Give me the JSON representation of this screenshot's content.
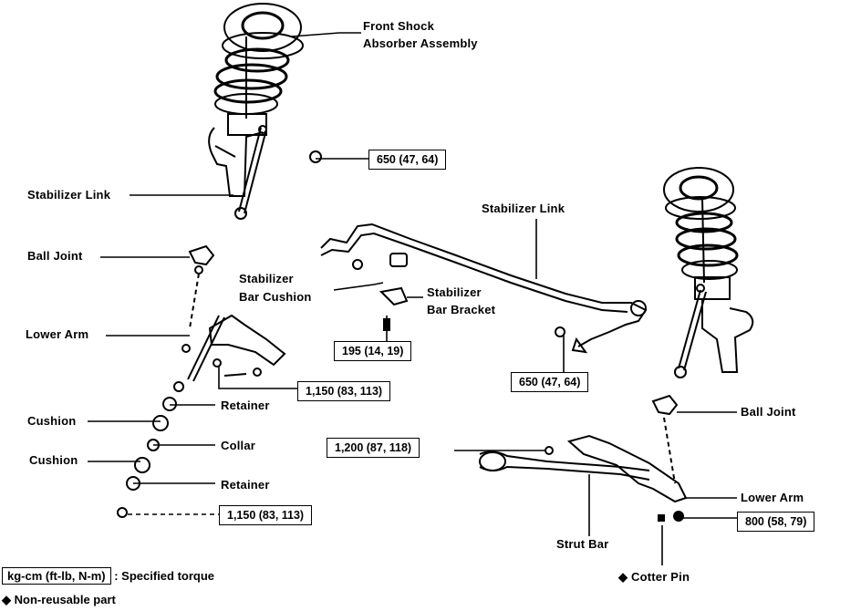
{
  "labels": {
    "front_shock": [
      "Front Shock",
      "Absorber Assembly"
    ],
    "stabilizer_link_left": "Stabilizer Link",
    "ball_joint_left": "Ball Joint",
    "stabilizer_bar_cushion": [
      "Stabilizer",
      "Bar Cushion"
    ],
    "stabilizer_bar_bracket": [
      "Stabilizer",
      "Bar Bracket"
    ],
    "stabilizer_link_right": "Stabilizer Link",
    "lower_arm_left": "Lower Arm",
    "retainer_top": "Retainer",
    "cushion_top": "Cushion",
    "collar": "Collar",
    "cushion_bottom": "Cushion",
    "retainer_bottom": "Retainer",
    "ball_joint_right": "Ball Joint",
    "lower_arm_right": "Lower Arm",
    "strut_bar": "Strut Bar",
    "cotter_pin": "Cotter Pin"
  },
  "torques": {
    "stab_link_nut_top": "650 (47, 64)",
    "bracket_bolt": "195 (14, 19)",
    "stab_link_nut_right": "650 (47, 64)",
    "lower_arm_bolt": "1,150 (83, 113)",
    "strut_bar_end_nut": "1,150 (83, 113)",
    "strut_bar_bolt": "1,200 (87, 118)",
    "ball_joint_nut": "800 (58, 79)"
  },
  "legend": {
    "unit_box": "kg-cm (ft-lb, N-m)",
    "unit_text": ": Specified torque",
    "non_reusable_symbol": "◆",
    "non_reusable_text": "Non-reusable part",
    "cotter_symbol": "◆"
  }
}
